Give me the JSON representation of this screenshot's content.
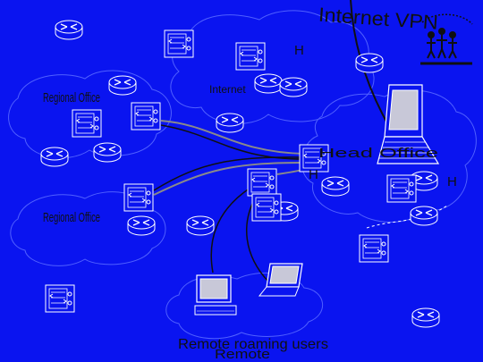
{
  "colors": {
    "background": "#0a14f0",
    "cloud_outline": "#5060ff",
    "link_gray": "#8a8a8a",
    "link_dark": "#101010",
    "device_stroke": "#ffffff"
  },
  "labels": {
    "internet_vpn": "Internet VPN",
    "internet": "Internet",
    "regional_office_top": "Regional Office",
    "regional_office_bottom": "Regional Office",
    "head_office": "Head Office",
    "remote_roaming": "Remote roaming users",
    "remote": "Remote",
    "h_top": "H",
    "h_mid": "H",
    "h_right": "H"
  },
  "icons": {
    "router": "router-icon",
    "firewall": "firewall-icon",
    "laptop": "laptop-icon",
    "desktop": "desktop-icon",
    "logo": "people-logo-icon"
  }
}
